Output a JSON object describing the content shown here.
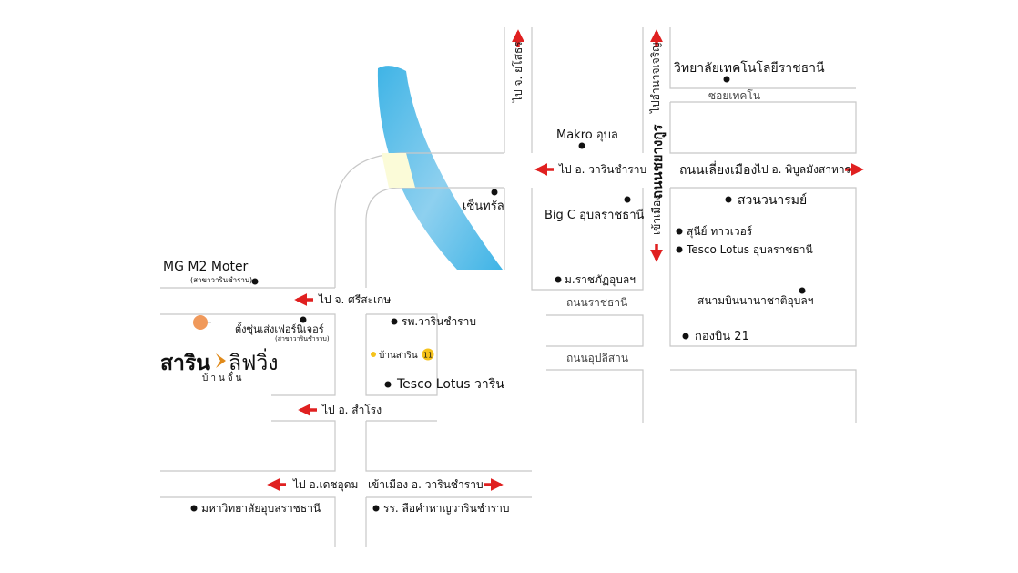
{
  "colors": {
    "road_line": "#c8c8c8",
    "arrow": "#e02020",
    "river_light": "#dff2fb",
    "river_dark": "#3fb4e6",
    "overlay": "#fbfbd8",
    "marker_orange": "#f0995b",
    "marker_yellow": "#f5c21b",
    "logo_chevron": "#e08a1a",
    "dot": "#111111"
  },
  "directions": {
    "to_yasothon": "ไป จ. ยโสธร",
    "to_amnat": "ไปอำนาจเจริญ",
    "to_warin_top": "ไป อ. วารินชำราบ",
    "to_phibun": "ไป อ. พิบูลมังสาหาร",
    "to_sisaket": "ไป จ. ศรีสะเกษ",
    "to_samrong": "ไป อ. สำโรง",
    "to_det_udom": "ไป อ.เดชอุดม",
    "enter_warin": "เข้าเมือง อ. วารินชำราบ",
    "enter_city": "เข้าเมือง"
  },
  "roads": {
    "chayangkun": "ถนนชยางกูร",
    "lueang_mueang": "ถนนเลี่ยงเมือง",
    "soi_techno": "ซอยเทคโน",
    "ratchathani": "ถนนราชธานี",
    "uppalisan": "ถนนอุปลีสาน"
  },
  "places": {
    "techno_college": "วิทยาลัยเทคโนโลยีราชธานี",
    "makro": "Makro อุบล",
    "central": "เซ็นทรัล",
    "bigc": "Big C อุบลราชธานี",
    "rajabhat": "ม.ราชภัฏอุบลฯ",
    "suan_nanarom": "สวนวนารมย์",
    "sunee_tower": "สุนีย์ ทาวเวอร์",
    "tesco_ubon": "Tesco Lotus อุบลราชธานี",
    "airport": "สนามบินนานาชาติอุบลฯ",
    "wing21": "กองบิน 21",
    "mg_name": "MG M2 Moter",
    "mg_sub": "(สาขาวารินชำราบ)",
    "tang_chun_name": "ตั้งซุ่นเส่งเฟอร์นิเจอร์",
    "tang_chun_sub": "(สาขาวารินชำราบ)",
    "warin_hospital": "รพ.วารินชำราบ",
    "ban_sarin": "บ้านสาริน",
    "ban_sarin_badge": "11",
    "tesco_warin": "Tesco Lotus วาริน",
    "ubon_university": "มหาวิทยาลัยอุบลราชธานี",
    "school": "รร. ลือคำหาญวารินชำราบ"
  },
  "logo": {
    "word1": "สาริน",
    "word2": "ลิฟวิ่ง",
    "sub": "บ้านจั๋น"
  }
}
